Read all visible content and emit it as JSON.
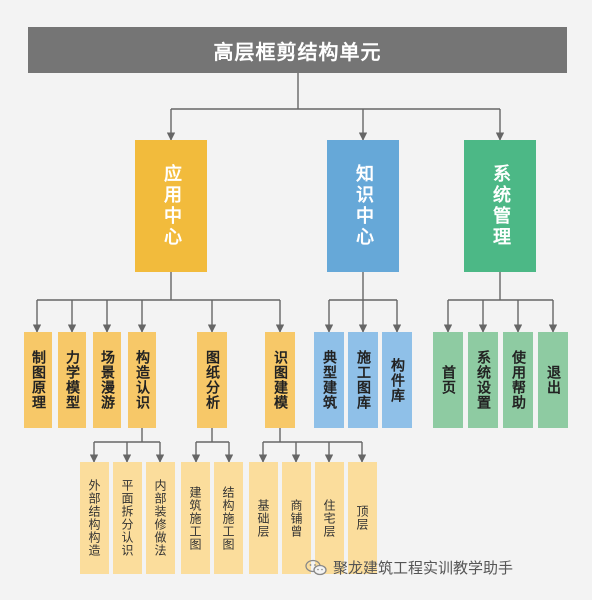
{
  "title": "高层框剪结构单元",
  "level1": [
    {
      "label": "应用中心",
      "color": "#f2bb3c"
    },
    {
      "label": "知识中心",
      "color": "#66a8d8"
    },
    {
      "label": "系统管理",
      "color": "#4cb886"
    }
  ],
  "level2": {
    "app": [
      "制图原理",
      "力学模型",
      "场景漫游",
      "构造认识",
      "图纸分析",
      "识图建模"
    ],
    "knowledge": [
      "典型建筑",
      "施工图库",
      "构件库"
    ],
    "system": [
      "首页",
      "系统设置",
      "使用帮助",
      "退出"
    ]
  },
  "level3": {
    "construction": [
      "外部结构构造",
      "平面拆分认识",
      "内部装修做法"
    ],
    "drawing": [
      "建筑施工图",
      "结构施工图"
    ],
    "modeling": [
      "基础层",
      "商铺曾",
      "住宅层",
      "顶层"
    ]
  },
  "watermark": "聚龙建筑工程实训教学助手"
}
